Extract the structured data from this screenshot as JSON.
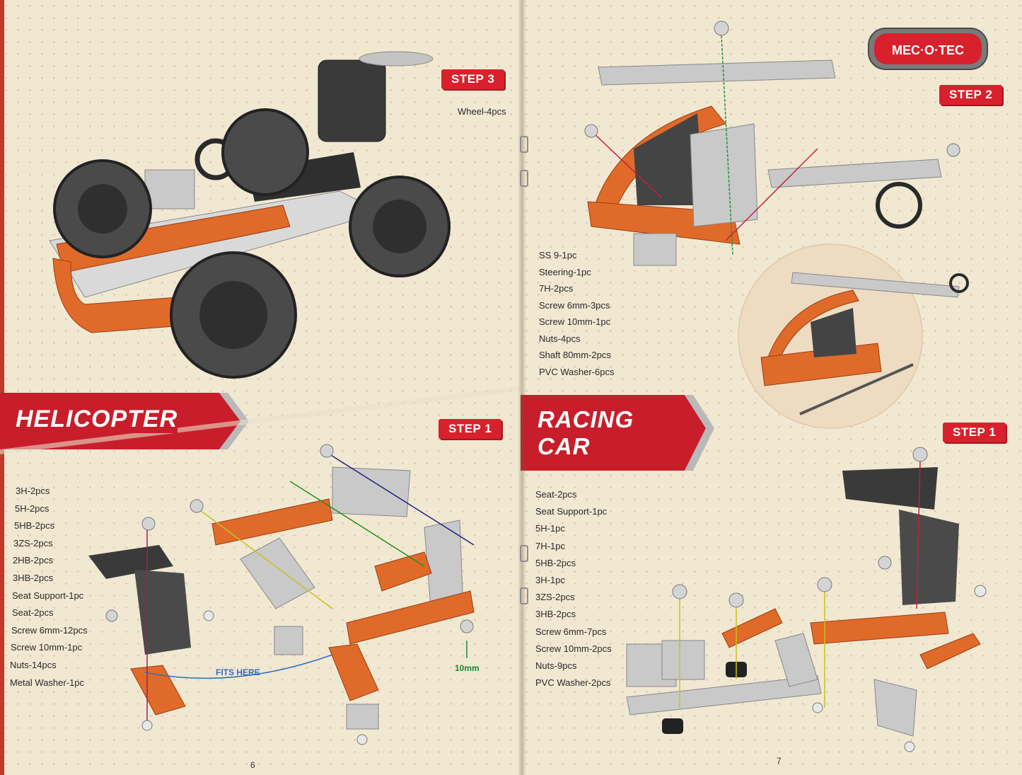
{
  "brand": {
    "logo_text": "MEC·O·TEC",
    "accent": "#d8212c"
  },
  "left_page": {
    "page_number": "6",
    "racing_step3": {
      "step_label": "STEP 3",
      "parts": [
        "Wheel-4pcs"
      ]
    },
    "helicopter": {
      "title": "HELICOPTER",
      "step_label": "STEP 1",
      "parts": [
        "3H-2pcs",
        "5H-2pcs",
        "5HB-2pcs",
        "3ZS-2pcs",
        "2HB-2pcs",
        "3HB-2pcs",
        "Seat Support-1pc",
        "Seat-2pcs",
        "Screw 6mm-12pcs",
        "Screw 10mm-1pc",
        "Nuts-14pcs",
        "Metal Washer-1pc"
      ],
      "callout_fits": "FITS HERE",
      "callout_size": "10mm"
    }
  },
  "right_page": {
    "page_number": "7",
    "helicopter_step2": {
      "step_label": "STEP 2",
      "parts": [
        "SS 9-1pc",
        "Steering-1pc",
        "7H-2pcs",
        "Screw 6mm-3pcs",
        "Screw 10mm-1pc",
        "Nuts-4pcs",
        "Shaft 80mm-2pcs",
        "PVC Washer-6pcs"
      ]
    },
    "racing_car": {
      "title_line1": "RACING",
      "title_line2": "CAR",
      "step_label": "STEP 1",
      "parts": [
        "Seat-2pcs",
        "Seat Support-1pc",
        "5H-1pc",
        "7H-1pc",
        "5HB-2pcs",
        "3H-1pc",
        "3ZS-2pcs",
        "3HB-2pcs",
        "Screw 6mm-7pcs",
        "Screw 10mm-2pcs",
        "Nuts-9pcs",
        "PVC Washer-2pcs"
      ]
    }
  }
}
